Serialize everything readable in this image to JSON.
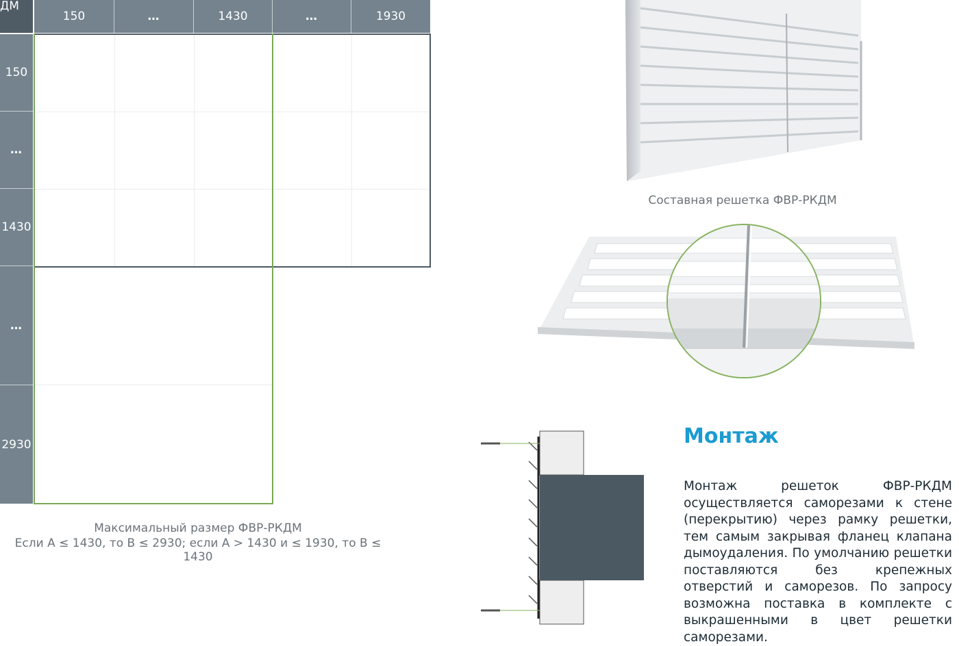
{
  "table": {
    "corner_label": "ДМ",
    "columns": [
      "150",
      "…",
      "1430",
      "…",
      "1930"
    ],
    "rows": [
      "150",
      "…",
      "1430",
      "…",
      "2930"
    ]
  },
  "table_caption": {
    "line1": "Максимальный размер ФВР-РКДМ",
    "line2": "Если А ≤ 1430, то В ≤ 2930; если А > 1430 и ≤ 1930, то В ≤ 1430"
  },
  "photo_caption": "Составная решетка ФВР-РКДМ",
  "mounting": {
    "title": "Монтаж",
    "text": "Монтаж решеток ФВР-РКДМ осуществляется саморезами к стене (перекрытию) через рамку решетки, тем самым закрывая фланец клапана дымоудаления. По умолчанию решетки поставляются без крепежных отверстий и саморезов. По запросу возможна поставка в комплекте с выкрашенными в цвет решетки саморезами."
  },
  "colors": {
    "header_bg": "#74838d",
    "corner_bg": "#4f5c66",
    "accent_blue": "#1b9bd1",
    "green_outline": "#7aa857",
    "dark_outline": "#4b5963"
  }
}
